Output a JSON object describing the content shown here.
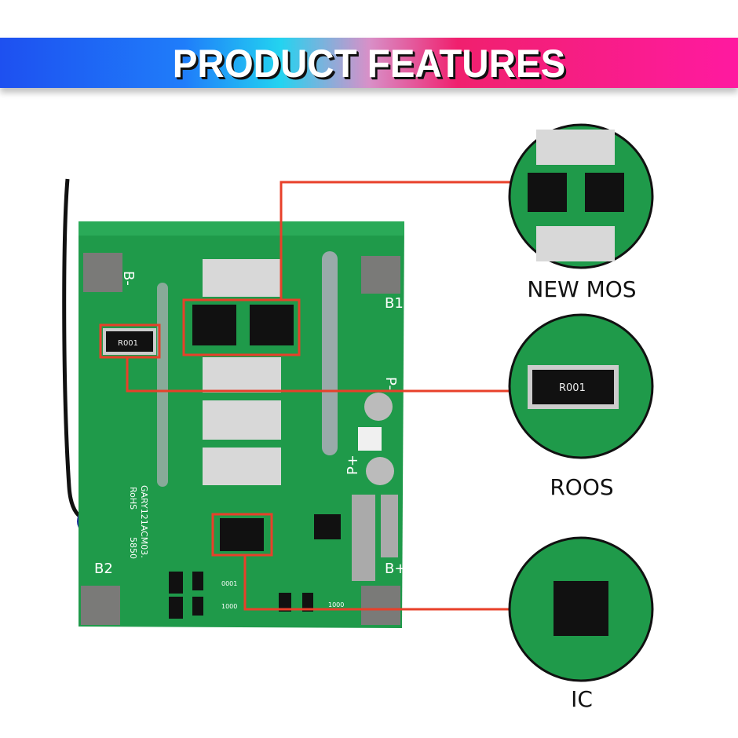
{
  "header": {
    "title": "PRODUCT FEATURES"
  },
  "board": {
    "markings": {
      "b_minus": "B-",
      "b1": "B1",
      "b2": "B2",
      "p_minus": "P-",
      "p_plus": "P+",
      "b_plus": "B+",
      "rohs": "RoHS",
      "model": "GARY121ACM03.",
      "code": "5850",
      "resistor": "R001",
      "res_small_1": "0001",
      "res_small_2": "1000",
      "res_small_3": "1000"
    }
  },
  "features": [
    {
      "label": "NEW MOS"
    },
    {
      "label": "ROOS"
    },
    {
      "label": "IC"
    }
  ],
  "colors": {
    "callout": "#e8402a",
    "pcb": "#1f9a4a",
    "banner_left": "#1e50f0",
    "banner_right": "#ff1aa0"
  }
}
